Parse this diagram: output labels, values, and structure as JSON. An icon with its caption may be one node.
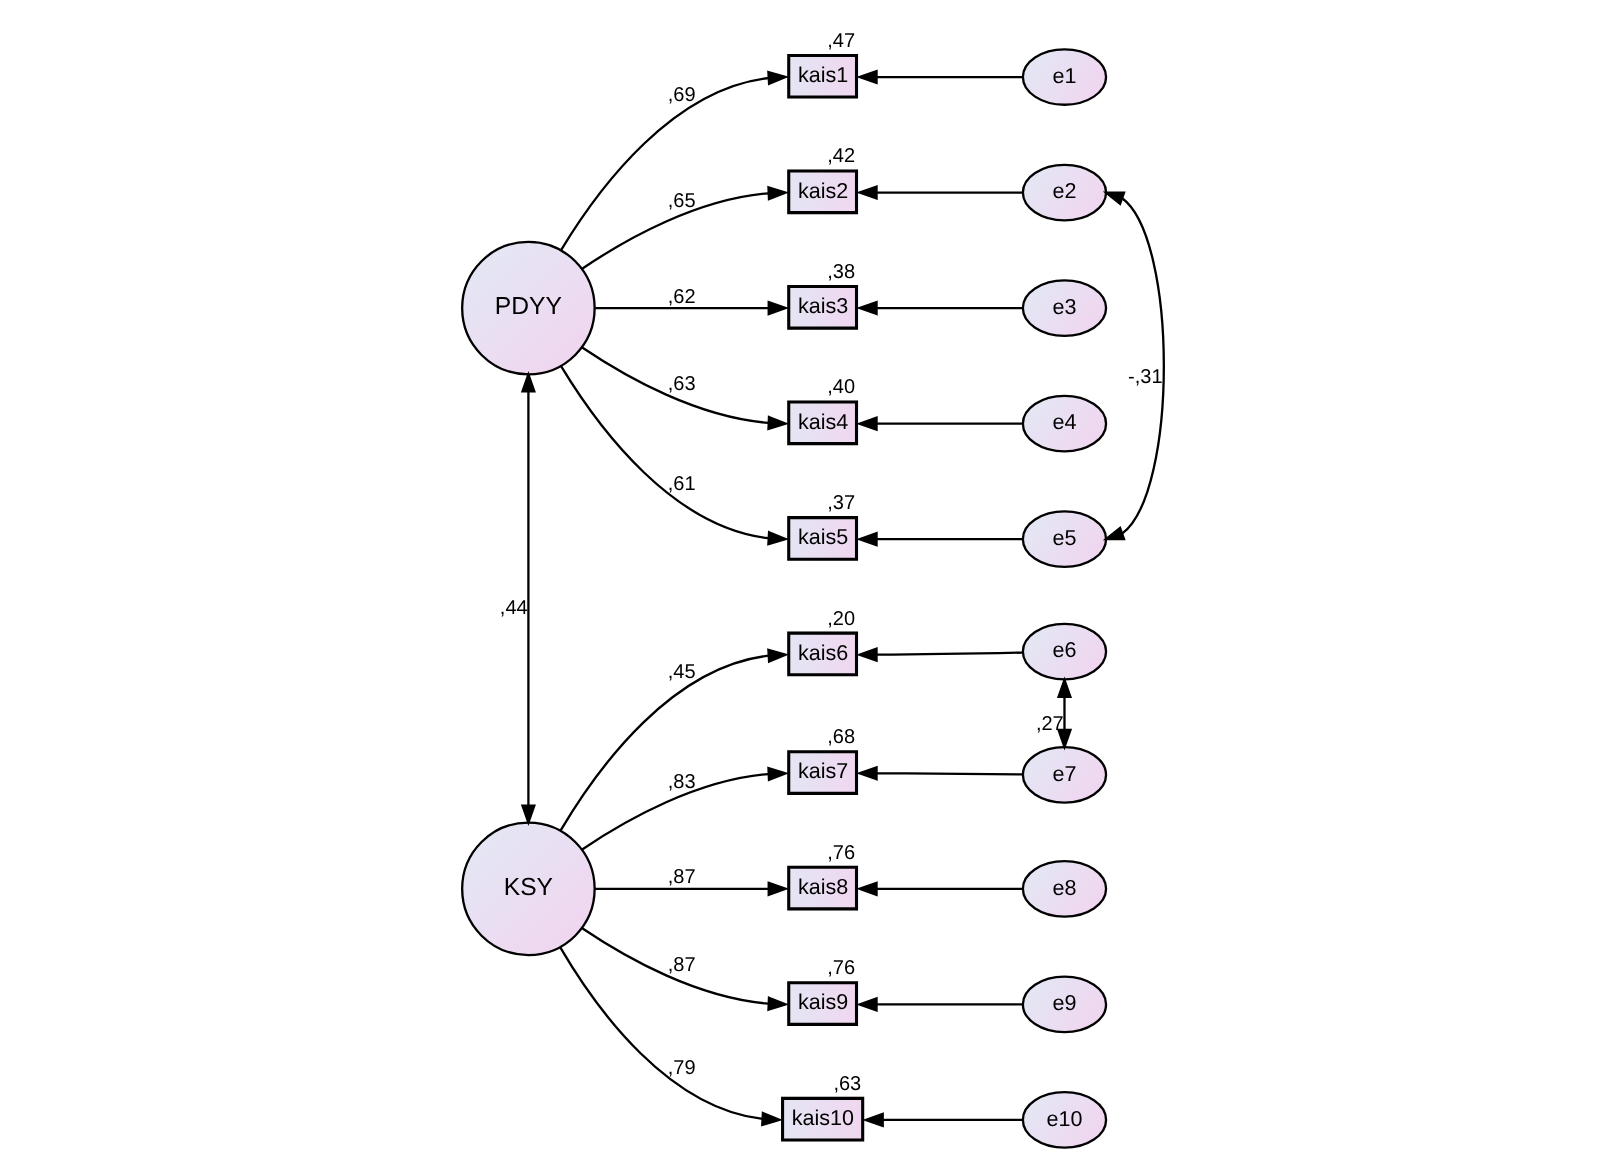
{
  "diagram": {
    "nodes": [
      {
        "text": [
          "PDYY"
        ]
      },
      {
        "text": [
          "kais1"
        ],
        "beside": [
          ",47"
        ]
      },
      {
        "text": [
          "kais2"
        ],
        "beside": [
          ",42"
        ]
      },
      {
        "text": [
          "kais3"
        ],
        "beside": [
          ",38"
        ]
      },
      {
        "text": [
          "kais4"
        ],
        "beside": [
          ",40"
        ]
      },
      {
        "text": [
          "kais5"
        ],
        "beside": [
          ",37"
        ]
      },
      {
        "text": [
          "e1"
        ]
      },
      {
        "text": [
          "e2"
        ]
      },
      {
        "text": [
          "e3"
        ]
      },
      {
        "text": [
          "e4"
        ]
      },
      {
        "text": [
          "e5"
        ]
      },
      {
        "text": [
          "KSY"
        ]
      },
      {
        "text": [
          "kais6"
        ],
        "beside": [
          ",20"
        ]
      },
      {
        "text": [
          "kais7"
        ],
        "beside": [
          ",68"
        ]
      },
      {
        "text": [
          "kais8"
        ],
        "beside": [
          ",76"
        ]
      },
      {
        "text": [
          "kais9"
        ],
        "beside": [
          ",76"
        ]
      },
      {
        "text": [
          "kais10"
        ],
        "beside": [
          ",63"
        ]
      },
      {
        "text": [
          "e6"
        ]
      },
      {
        "text": [
          "e7"
        ]
      },
      {
        "text": [
          "e8"
        ]
      },
      {
        "text": [
          "e9"
        ]
      },
      {
        "text": [
          "e10"
        ]
      }
    ],
    "edges": [
      {
        "from": 0,
        "to": 1,
        "arrow": "to",
        "label": ",69"
      },
      {
        "from": 0,
        "to": 2,
        "arrow": "to",
        "label": ",65"
      },
      {
        "from": 0,
        "to": 3,
        "arrow": "to",
        "label": ",62"
      },
      {
        "from": 0,
        "to": 4,
        "arrow": "to",
        "label": ",63"
      },
      {
        "from": 0,
        "to": 5,
        "arrow": "to",
        "label": ",61"
      },
      {
        "from": 6,
        "to": 1,
        "arrow": "to"
      },
      {
        "from": 7,
        "to": 2,
        "arrow": "to"
      },
      {
        "from": 8,
        "to": 3,
        "arrow": "to"
      },
      {
        "from": 9,
        "to": 4,
        "arrow": "to"
      },
      {
        "from": 10,
        "to": 5,
        "arrow": "to"
      },
      {
        "from": 7,
        "to": 10,
        "arrow": "both",
        "label": "-,31"
      },
      {
        "from": 0,
        "to": 11,
        "arrow": "both",
        "label": ",44"
      },
      {
        "from": 11,
        "to": 12,
        "arrow": "to",
        "label": ",45"
      },
      {
        "from": 11,
        "to": 13,
        "arrow": "to",
        "label": ",83"
      },
      {
        "from": 11,
        "to": 14,
        "arrow": "to",
        "label": ",87"
      },
      {
        "from": 11,
        "to": 15,
        "arrow": "to",
        "label": ",87"
      },
      {
        "from": 11,
        "to": 16,
        "arrow": "to",
        "label": ",79"
      },
      {
        "from": 17,
        "to": 12,
        "arrow": "to"
      },
      {
        "from": 18,
        "to": 13,
        "arrow": "to"
      },
      {
        "from": 19,
        "to": 14,
        "arrow": "to"
      },
      {
        "from": 20,
        "to": 15,
        "arrow": "to"
      },
      {
        "from": 21,
        "to": 16,
        "arrow": "to"
      },
      {
        "from": 17,
        "to": 18,
        "arrow": "both",
        "label": ",27"
      }
    ]
  }
}
